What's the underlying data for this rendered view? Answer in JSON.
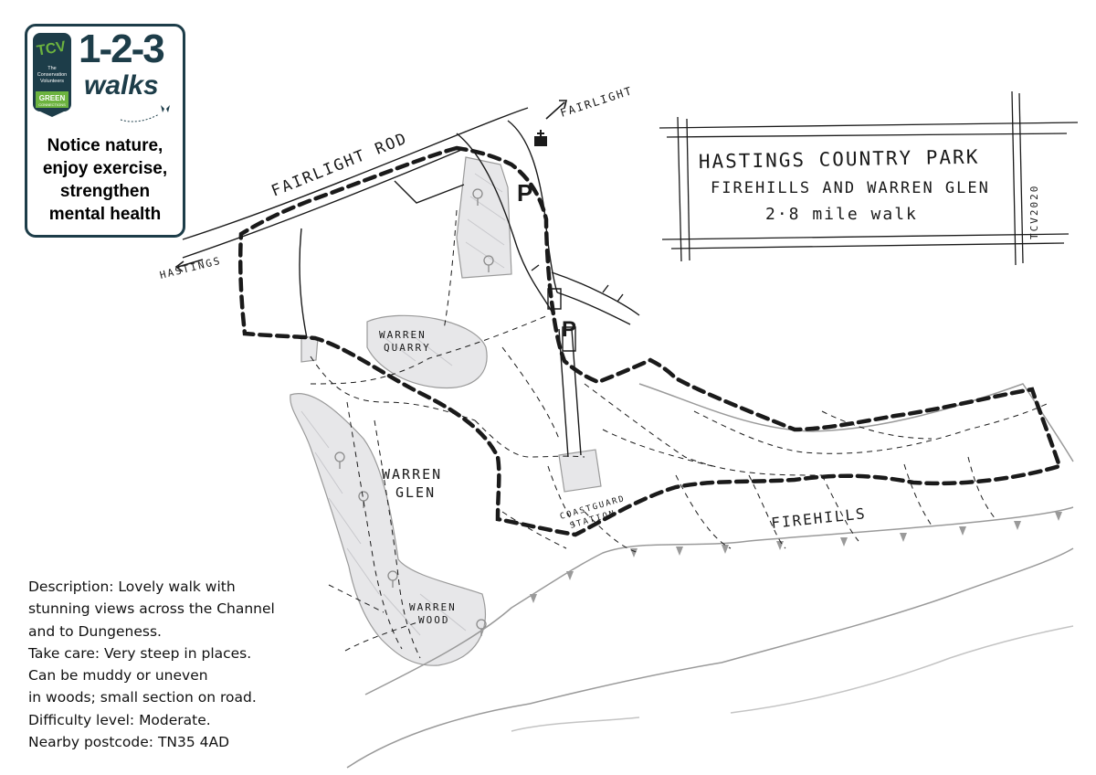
{
  "brand": {
    "badge": "TCV",
    "org_line1": "The",
    "org_line2": "Conservation",
    "org_line3": "Volunteers",
    "green": "GREEN",
    "connections": "CONNECTIONS",
    "numbers": "1-2-3",
    "walks": "walks",
    "tagline": [
      "Notice nature,",
      "enjoy exercise,",
      "strengthen",
      "mental health"
    ],
    "colors": {
      "navy": "#1d3d49",
      "green": "#6cb33f"
    }
  },
  "title_box": {
    "line1": "HASTINGS COUNTRY PARK",
    "line2": "FIREHILLS AND WARREN GLEN",
    "line3": "2·8 mile walk",
    "credit": "TCV2020"
  },
  "labels": {
    "road": "FAIRLIGHT ROD",
    "fairlight": "FAIRLIGHT",
    "hastings": "HASTINGS",
    "parking": "P",
    "quarry_1": "WARREN",
    "quarry_2": "QUARRY",
    "glen_1": "WARREN",
    "glen_2": "GLEN",
    "coastguard_1": "COASTGUARD",
    "coastguard_2": "STATION",
    "firehills": "FIREHILLS",
    "wood_1": "WARREN",
    "wood_2": "WOOD"
  },
  "description": [
    "Description: Lovely walk with",
    "stunning views across the Channel",
    "and to Dungeness.",
    "Take care: Very steep in places.",
    "Can be muddy or uneven",
    "in woods; small section on road.",
    "Difficulty level: Moderate.",
    "Nearby postcode: TN35 4AD"
  ]
}
